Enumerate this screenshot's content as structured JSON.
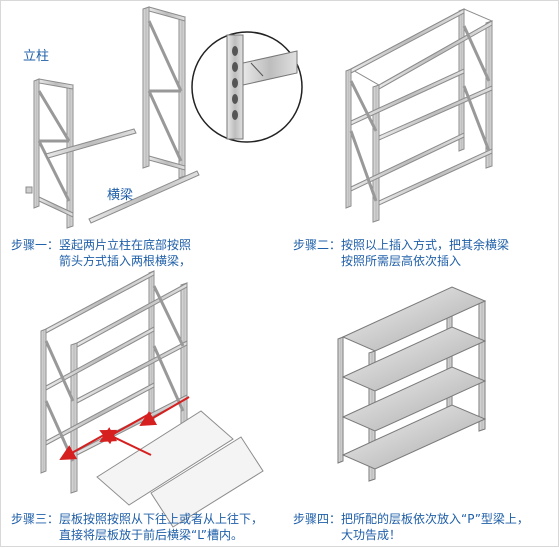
{
  "labels": {
    "upright": "立柱",
    "beam": "横梁"
  },
  "steps": [
    {
      "prefix": "步骤一：",
      "line1": "竖起两片立柱在底部按照",
      "line2": "箭头方式插入两根横梁，"
    },
    {
      "prefix": "步骤二：",
      "line1": "按照以上插入方式，把其余横梁",
      "line2": "按照所需层高依次插入"
    },
    {
      "prefix": "步骤三：",
      "line1": "层板按照按照从下往上或者从上往下，",
      "line2": "直接将层板放于前后横梁“L”槽内。"
    },
    {
      "prefix": "步骤四：",
      "line1": "把所配的层板依次放入“P”型梁上，",
      "line2": "大功告成！"
    }
  ],
  "colors": {
    "text": "#1f5fa8",
    "frame": "#9a9a9a",
    "arrow": "#d62020"
  }
}
